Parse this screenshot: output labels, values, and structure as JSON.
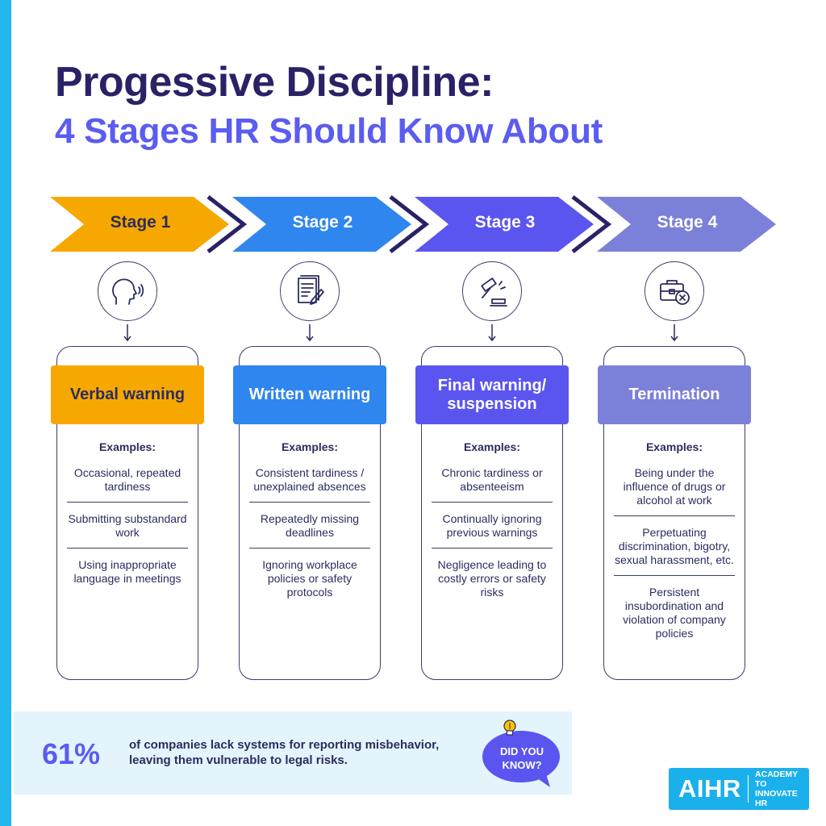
{
  "title": "Progessive Discipline:",
  "subtitle": "4 Stages HR Should Know About",
  "stages": [
    {
      "stage_label": "Stage 1",
      "heading": "Verbal warning",
      "icon": "speaking-head-icon",
      "examples_label": "Examples:",
      "examples": [
        "Occasional, repeated tardiness",
        "Submitting substandard work",
        "Using inappropriate language in meetings"
      ],
      "color": "#f7a800",
      "text_color": "#2b2d5e"
    },
    {
      "stage_label": "Stage 2",
      "heading": "Written warning",
      "icon": "document-pen-icon",
      "examples_label": "Examples:",
      "examples": [
        "Consistent tardiness / unexplained absences",
        "Repeatedly missing deadlines",
        "Ignoring workplace policies or safety protocols"
      ],
      "color": "#2f86ee",
      "text_color": "#ffffff"
    },
    {
      "stage_label": "Stage 3",
      "heading": "Final warning/ suspension",
      "icon": "gavel-icon",
      "examples_label": "Examples:",
      "examples": [
        "Chronic tardiness or absenteeism",
        "Continually ignoring previous warnings",
        "Negligence leading to costly errors or safety risks"
      ],
      "color": "#5b55ef",
      "text_color": "#ffffff"
    },
    {
      "stage_label": "Stage 4",
      "heading": "Termination",
      "icon": "briefcase-x-icon",
      "examples_label": "Examples:",
      "examples": [
        "Being under the influence of drugs or alcohol at work",
        "Perpetuating discrimination, bigotry, sexual harassment, etc.",
        "Persistent insubordination and violation of company policies"
      ],
      "color": "#7b80d9",
      "text_color": "#ffffff"
    }
  ],
  "stat": {
    "number": "61%",
    "text": "of companies lack systems for reporting misbehavior, leaving them vulnerable to legal risks."
  },
  "did_you_know": "DID YOU KNOW?",
  "logo": {
    "main": "AIHR",
    "sub": "ACADEMY TO INNOVATE HR"
  },
  "colors": {
    "title": "#2a2266",
    "accent": "#5b5cf0",
    "left_bar": "#22b8ee",
    "stat_bg": "#e3f4fc",
    "logo_bg": "#1ab0ec"
  }
}
